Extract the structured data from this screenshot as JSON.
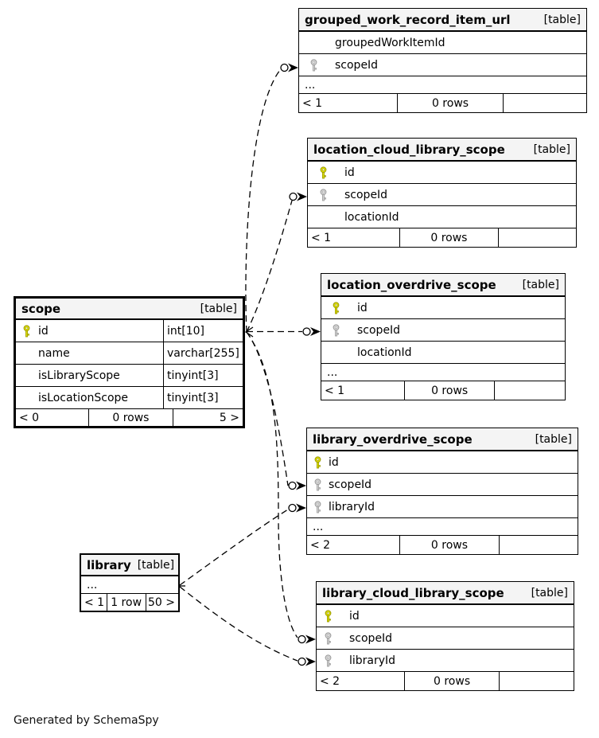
{
  "page": {
    "credit": "Generated by SchemaSpy"
  },
  "colors": {
    "background": "#ffffff",
    "table_header_bg": "#f4f4f4",
    "border": "#000000",
    "primary_key": "#e0e000",
    "primary_key_outline": "#9a9a00",
    "foreign_key": "#d9d9d9",
    "foreign_key_outline": "#999999",
    "line": "#000000"
  },
  "tables": [
    {
      "id": "grouped_work_record_item_url",
      "title": "grouped_work_record_item_url",
      "tag": "[table]",
      "columns": [
        {
          "name": "groupedWorkItemId",
          "key": "none"
        },
        {
          "name": "scopeId",
          "key": "fk"
        },
        {
          "name": "...",
          "key": "ellipsis"
        }
      ],
      "footer": [
        "< 1",
        "0 rows",
        ""
      ]
    },
    {
      "id": "location_cloud_library_scope",
      "title": "location_cloud_library_scope",
      "tag": "[table]",
      "columns": [
        {
          "name": "id",
          "key": "pk"
        },
        {
          "name": "scopeId",
          "key": "fk"
        },
        {
          "name": "locationId",
          "key": "none"
        }
      ],
      "footer": [
        "< 1",
        "0 rows",
        ""
      ]
    },
    {
      "id": "location_overdrive_scope",
      "title": "location_overdrive_scope",
      "tag": "[table]",
      "columns": [
        {
          "name": "id",
          "key": "pk"
        },
        {
          "name": "scopeId",
          "key": "fk"
        },
        {
          "name": "locationId",
          "key": "none"
        },
        {
          "name": "...",
          "key": "ellipsis"
        }
      ],
      "footer": [
        "< 1",
        "0 rows",
        ""
      ]
    },
    {
      "id": "scope",
      "title": "scope",
      "tag": "[table]",
      "emphasis": true,
      "columns": [
        {
          "name": "id",
          "key": "pk",
          "type": "int[10]"
        },
        {
          "name": "name",
          "key": "none",
          "type": "varchar[255]"
        },
        {
          "name": "isLibraryScope",
          "key": "none",
          "type": "tinyint[3]"
        },
        {
          "name": "isLocationScope",
          "key": "none",
          "type": "tinyint[3]"
        }
      ],
      "footer": [
        "< 0",
        "0 rows",
        "5 >"
      ]
    },
    {
      "id": "library_overdrive_scope",
      "title": "library_overdrive_scope",
      "tag": "[table]",
      "columns": [
        {
          "name": "id",
          "key": "pk"
        },
        {
          "name": "scopeId",
          "key": "fk"
        },
        {
          "name": "libraryId",
          "key": "fk"
        },
        {
          "name": "...",
          "key": "ellipsis"
        }
      ],
      "footer": [
        "< 2",
        "0 rows",
        ""
      ]
    },
    {
      "id": "library",
      "title": "library",
      "tag": "[table]",
      "emphasis": true,
      "columns": [
        {
          "name": "...",
          "key": "ellipsis"
        }
      ],
      "footer": [
        "< 1",
        "1 row",
        "50 >"
      ]
    },
    {
      "id": "library_cloud_library_scope",
      "title": "library_cloud_library_scope",
      "tag": "[table]",
      "columns": [
        {
          "name": "id",
          "key": "pk"
        },
        {
          "name": "scopeId",
          "key": "fk"
        },
        {
          "name": "libraryId",
          "key": "fk"
        }
      ],
      "footer": [
        "< 2",
        "0 rows",
        ""
      ]
    }
  ],
  "relations": [
    {
      "from": "scope.id",
      "to": "grouped_work_record_item_url.scopeId"
    },
    {
      "from": "scope.id",
      "to": "location_cloud_library_scope.scopeId"
    },
    {
      "from": "scope.id",
      "to": "location_overdrive_scope.scopeId"
    },
    {
      "from": "scope.id",
      "to": "library_overdrive_scope.scopeId"
    },
    {
      "from": "scope.id",
      "to": "library_cloud_library_scope.scopeId"
    },
    {
      "from": "library.id",
      "to": "library_overdrive_scope.libraryId"
    },
    {
      "from": "library.id",
      "to": "library_cloud_library_scope.libraryId"
    }
  ]
}
